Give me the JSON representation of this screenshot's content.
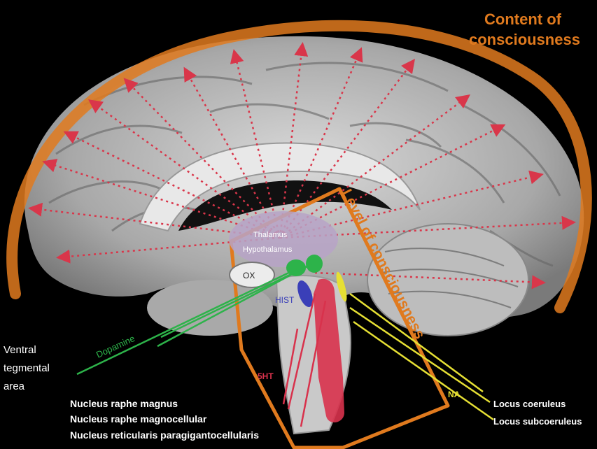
{
  "title": {
    "line1": "Content of",
    "line2": "consciousness"
  },
  "level_label": "Level of consciousness",
  "structures": {
    "thalamus": "Thalamus",
    "hypothalamus": "Hypothalamus",
    "ox": "OX",
    "hist": "HIST"
  },
  "pathways": {
    "dopamine": "Dopamine",
    "serotonin": "5HT",
    "noradrenaline": "NA"
  },
  "vta": {
    "line1": "Ventral",
    "line2": "tegmental",
    "line3": "area"
  },
  "raphe_nuclei": [
    "Nucleus raphe magnus",
    "Nucleus raphe magnocellular",
    "Nucleus reticularis paragigantocellularis"
  ],
  "locus": [
    "Locus coeruleus",
    "Locus subcoeruleus"
  ],
  "colors": {
    "orange": "#e07a1e",
    "arrow_red": "#d9364a",
    "serotonin": "#d8324c",
    "dopamine": "#2db34a",
    "histamine": "#3a3fb8",
    "noradrenaline": "#e6e034",
    "thalamus_fill": "#b7a3c7"
  }
}
